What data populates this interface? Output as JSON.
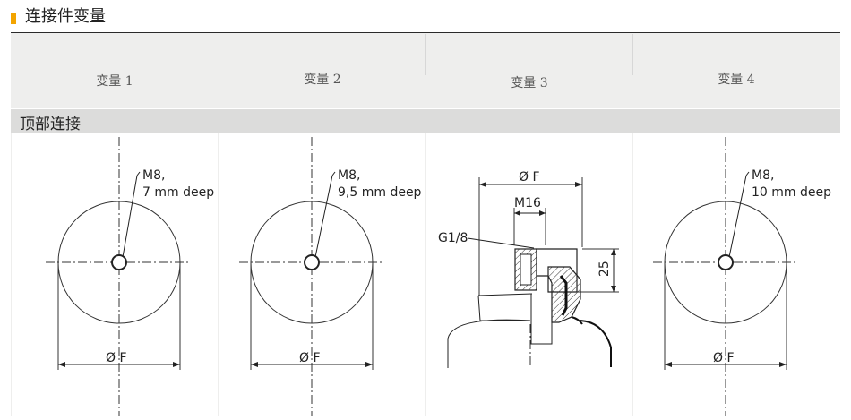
{
  "header": {
    "title": "连接件变量"
  },
  "variants": [
    "变量 1",
    "变量 2",
    "变量 3",
    "变量 4"
  ],
  "section": {
    "title": "顶部连接"
  },
  "drawings": {
    "v1": {
      "thread": "M8,",
      "depth": "7 mm deep",
      "dim": "Ø F"
    },
    "v2": {
      "thread": "M8,",
      "depth": "9,5 mm deep",
      "dim": "Ø F"
    },
    "v3": {
      "dim": "Ø F",
      "thread": "M16",
      "port": "G1/8",
      "height": "25"
    },
    "v4": {
      "thread": "M8,",
      "depth": "10 mm deep",
      "dim": "Ø F"
    }
  },
  "colors": {
    "accent": "#f3a400",
    "band": "#eeeeed",
    "section_band": "#dcdcdb"
  }
}
